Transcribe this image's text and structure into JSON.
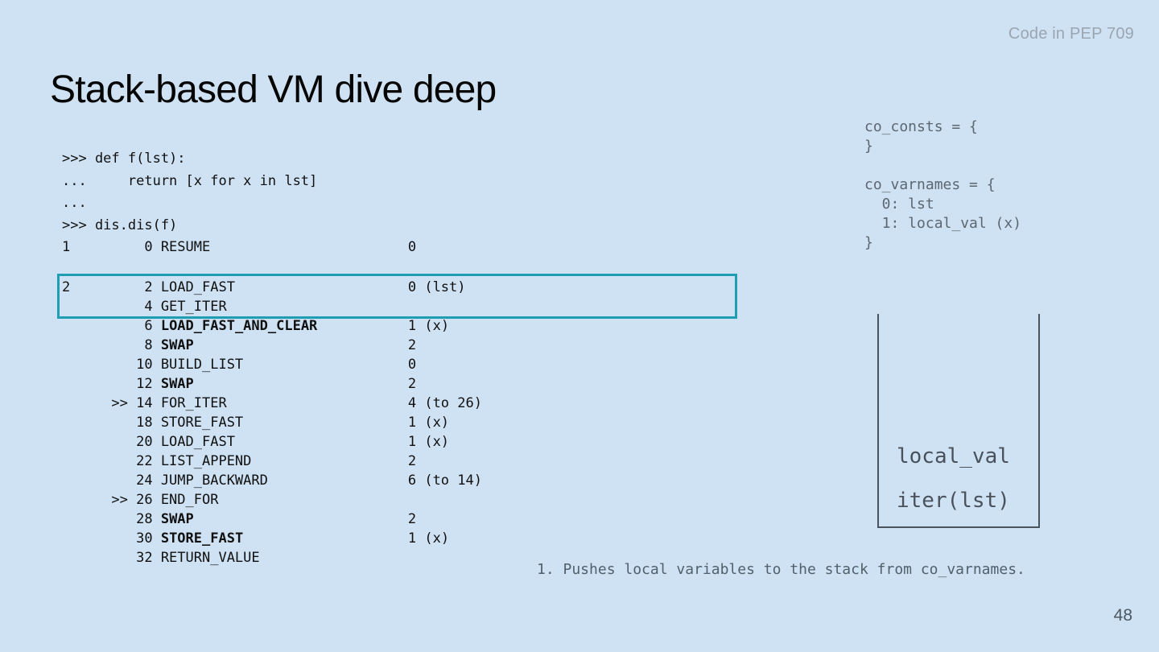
{
  "slide": {
    "header_note": "Code in PEP 709",
    "title": "Stack-based VM dive deep",
    "caption": "1. Pushes local variables to the stack from co_varnames.",
    "page_number": "48"
  },
  "colors": {
    "background": "#cfe2f3",
    "highlight_border": "#1f9db3",
    "code_text": "#101010",
    "muted_code_text": "#5c6771",
    "header_note_text": "#9aa5b1"
  },
  "repl": {
    "lines": [
      ">>> def f(lst):",
      "...     return [x for x in lst]",
      "...",
      ">>> dis.dis(f)",
      "1         0 RESUME                        0"
    ]
  },
  "disassembly": {
    "lines": [
      [
        {
          "text": "2         2 LOAD_FAST                     0 (lst)",
          "bold": false
        }
      ],
      [
        {
          "text": "          4 GET_ITER",
          "bold": false
        }
      ],
      [
        {
          "text": "          6 ",
          "bold": false
        },
        {
          "text": "LOAD_FAST_AND_CLEAR",
          "bold": true
        },
        {
          "text": "           1 (x)",
          "bold": false
        }
      ],
      [
        {
          "text": "          8 ",
          "bold": false
        },
        {
          "text": "SWAP",
          "bold": true
        },
        {
          "text": "                          2",
          "bold": false
        }
      ],
      [
        {
          "text": "         10 BUILD_LIST                    0",
          "bold": false
        }
      ],
      [
        {
          "text": "         12 ",
          "bold": false
        },
        {
          "text": "SWAP",
          "bold": true
        },
        {
          "text": "                          2",
          "bold": false
        }
      ],
      [
        {
          "text": "      >> 14 FOR_ITER                      4 (to 26)",
          "bold": false
        }
      ],
      [
        {
          "text": "         18 STORE_FAST                    1 (x)",
          "bold": false
        }
      ],
      [
        {
          "text": "         20 LOAD_FAST                     1 (x)",
          "bold": false
        }
      ],
      [
        {
          "text": "         22 LIST_APPEND                   2",
          "bold": false
        }
      ],
      [
        {
          "text": "         24 JUMP_BACKWARD                 6 (to 14)",
          "bold": false
        }
      ],
      [
        {
          "text": "      >> 26 END_FOR",
          "bold": false
        }
      ],
      [
        {
          "text": "         28 ",
          "bold": false
        },
        {
          "text": "SWAP",
          "bold": true
        },
        {
          "text": "                          2",
          "bold": false
        }
      ],
      [
        {
          "text": "         30 ",
          "bold": false
        },
        {
          "text": "STORE_FAST",
          "bold": true
        },
        {
          "text": "                    1 (x)",
          "bold": false
        }
      ],
      [
        {
          "text": "         32 RETURN_VALUE",
          "bold": false
        }
      ]
    ]
  },
  "co_blocks": {
    "lines": [
      "co_consts = {",
      "}",
      "",
      "co_varnames = {",
      "  0: lst",
      "  1: local_val (x)",
      "}"
    ]
  },
  "stack": {
    "items": [
      "local_val",
      "iter(lst)"
    ]
  }
}
